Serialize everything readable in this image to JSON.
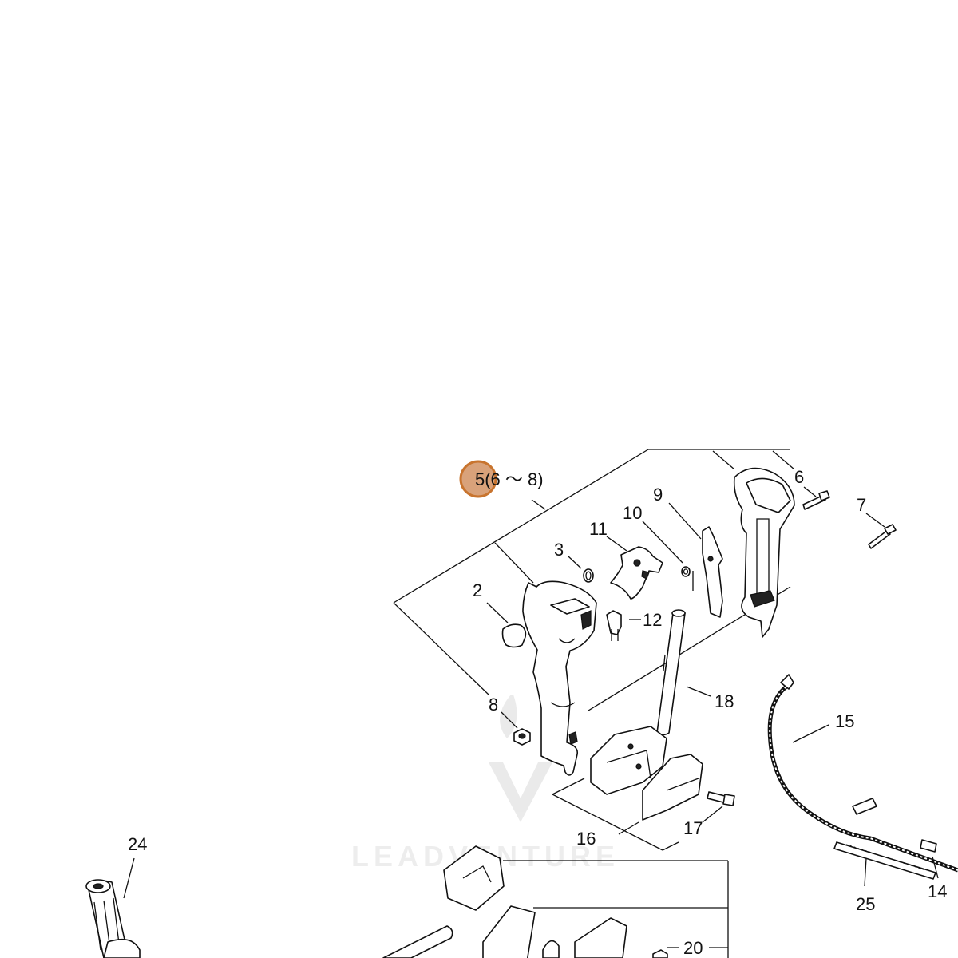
{
  "diagram": {
    "highlight_color": "#d9a27a",
    "highlight_border": "#c8742e",
    "highlighted_callout": "5(6 ～ 8)",
    "watermark": "LEADVENTURE",
    "callouts": {
      "c2": "2",
      "c3": "3",
      "c5": "5(6 ～ 8)",
      "c6": "6",
      "c7": "7",
      "c8": "8",
      "c9": "9",
      "c10": "10",
      "c11": "11",
      "c12": "12",
      "c14": "14",
      "c15": "15",
      "c16": "16",
      "c17": "17",
      "c18": "18",
      "c20": "20",
      "c24": "24",
      "c25": "25"
    }
  }
}
